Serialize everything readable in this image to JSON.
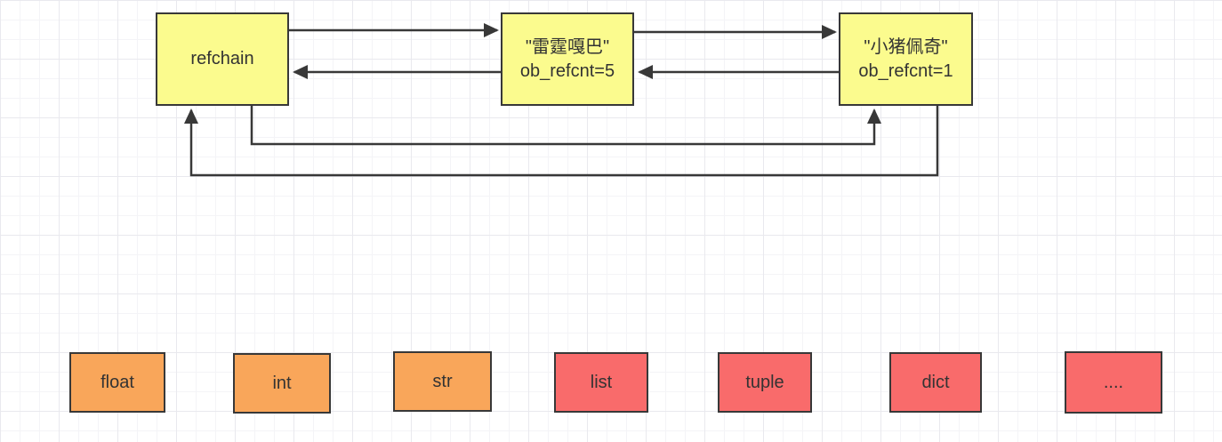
{
  "diagram": {
    "title": "refchain reference-count diagram",
    "colors": {
      "node_yellow": "#FBFB8E",
      "node_orange": "#F9A65A",
      "node_red": "#F96B6B",
      "border": "#383838",
      "arrow": "#383838",
      "grid_minor": "#f4f4f7",
      "grid_major": "#e9e9ee"
    },
    "top_nodes": [
      {
        "id": "refchain",
        "label": "refchain"
      },
      {
        "id": "leiting-gaba",
        "line1": "\"雷霆嘎巴\"",
        "line2": "ob_refcnt=5"
      },
      {
        "id": "xiaozhu-peiqi",
        "line1": "\"小猪佩奇\"",
        "line2": "ob_refcnt=1"
      }
    ],
    "connectors": [
      {
        "name": "arrow-refchain-to-leiting-gaba",
        "direction": "right"
      },
      {
        "name": "arrow-leiting-gaba-to-refchain",
        "direction": "left"
      },
      {
        "name": "arrow-leiting-gaba-to-xiaozhu-peiqi",
        "direction": "right"
      },
      {
        "name": "arrow-xiaozhu-peiqi-to-leiting-gaba",
        "direction": "left"
      },
      {
        "name": "arrow-refchain-bottom-to-xiaozhu-peiqi-bottom",
        "direction": "up-into-xiaozhu-peiqi"
      },
      {
        "name": "arrow-xiaozhu-peiqi-bottom-to-refchain-bottom",
        "direction": "up-into-refchain"
      }
    ],
    "type_nodes": [
      {
        "label": "float",
        "fill": "#F9A65A"
      },
      {
        "label": "int",
        "fill": "#F9A65A"
      },
      {
        "label": "str",
        "fill": "#F9A65A"
      },
      {
        "label": "list",
        "fill": "#F96B6B"
      },
      {
        "label": "tuple",
        "fill": "#F96B6B"
      },
      {
        "label": "dict",
        "fill": "#F96B6B"
      },
      {
        "label": "....",
        "fill": "#F96B6B"
      }
    ]
  }
}
